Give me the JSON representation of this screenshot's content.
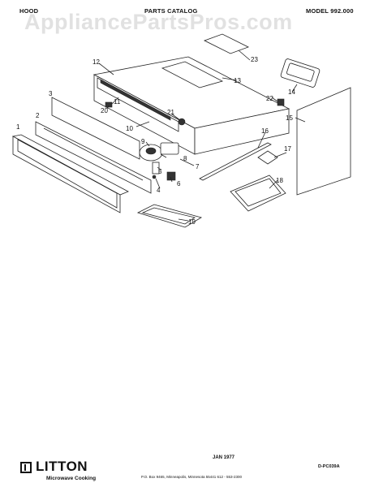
{
  "header": {
    "left": "HOOD",
    "center": "PARTS CATALOG",
    "right": "MODEL 992.000"
  },
  "watermark": "AppliancePartsPros.com",
  "part_labels": {
    "p1": "1",
    "p2": "2",
    "p3": "3",
    "p4": "4",
    "p5": "5",
    "p6": "6",
    "p7": "7",
    "p8": "8",
    "p9": "9",
    "p10": "10",
    "p11": "11",
    "p12": "12",
    "p13": "13",
    "p14": "14",
    "p15": "15",
    "p16": "16",
    "p17": "17",
    "p18": "18",
    "p19": "19",
    "p20": "20",
    "p21": "21",
    "p22": "22",
    "p23": "23"
  },
  "footer": {
    "date": "JAN 1977",
    "address": "P.O. Box 9465, Minneapolis, Minnesota 55441    612 - 553-2300",
    "doc_number": "D-PC039A",
    "brand": "LITTON",
    "brand_sub": "Microwave Cooking"
  }
}
